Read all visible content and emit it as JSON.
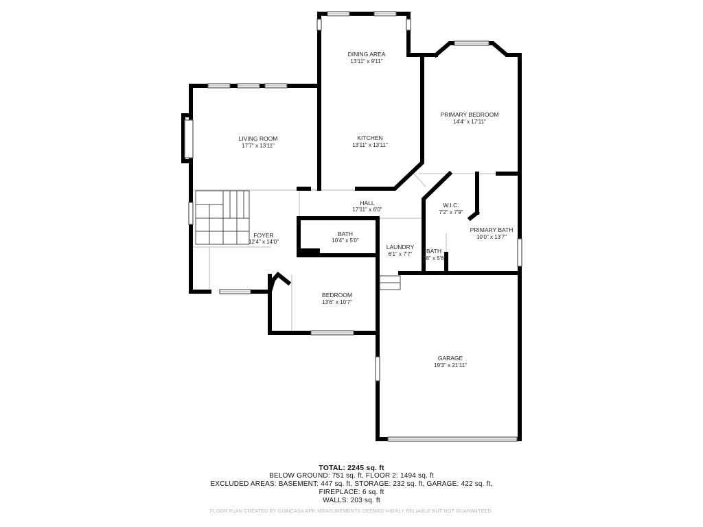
{
  "rooms": [
    {
      "id": "dining",
      "name": "DINING AREA",
      "dims": "13'11\" x 9'11\""
    },
    {
      "id": "primary-bedroom",
      "name": "PRIMARY BEDROOM",
      "dims": "14'4\" x 17'11\""
    },
    {
      "id": "living",
      "name": "LIVING ROOM",
      "dims": "17'7\" x 13'11\""
    },
    {
      "id": "kitchen",
      "name": "KITCHEN",
      "dims": "13'11\" x 13'11\""
    },
    {
      "id": "hall",
      "name": "HALL",
      "dims": "17'11\" x 6'0\""
    },
    {
      "id": "wic",
      "name": "W.I.C.",
      "dims": "7'2\" x 7'9\""
    },
    {
      "id": "primary-bath",
      "name": "PRIMARY BATH",
      "dims": "10'0\" x 13'7\""
    },
    {
      "id": "foyer",
      "name": "FOYER",
      "dims": "12'4\" x 14'0\""
    },
    {
      "id": "bath",
      "name": "BATH",
      "dims": "10'4\" x 5'0\""
    },
    {
      "id": "laundry",
      "name": "LAUNDRY",
      "dims": "6'1\" x 7'7\""
    },
    {
      "id": "small-bath",
      "name": "BATH",
      "dims": "7'8\" x 5'6\""
    },
    {
      "id": "bedroom",
      "name": "BEDROOM",
      "dims": "13'6\" x 10'7\""
    },
    {
      "id": "garage",
      "name": "GARAGE",
      "dims": "19'3\" x 21'11\""
    }
  ],
  "summary": {
    "total": "TOTAL: 2245 sq. ft",
    "line1": "BELOW GROUND: 751 sq. ft, FLOOR 2: 1494 sq. ft",
    "line2": "EXCLUDED AREAS: BASEMENT: 447 sq. ft, STORAGE: 232 sq. ft, GARAGE: 422 sq. ft,",
    "line3": "FIREPLACE: 6 sq. ft",
    "line4": "WALLS: 203 sq. ft"
  },
  "credit": "FLOOR PLAN CREATED BY CUBICASA APP. MEASUREMENTS DEEMED HIGHLY RELIABLE BUT NOT GUARANTEED."
}
